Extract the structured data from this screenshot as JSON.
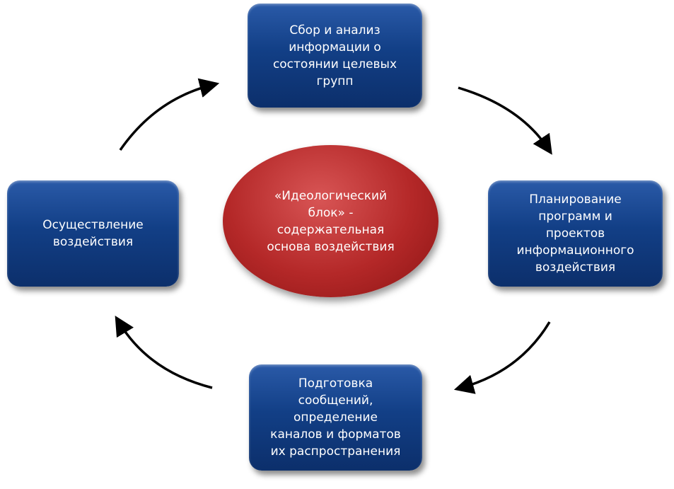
{
  "center": "«Идеологический\nблок» -\nсодержательная\nоснова воздействия",
  "steps": [
    "Сбор и анализ\nинформации  о\nсостоянии целевых\nгрупп",
    "Планирование\nпрограмм и\nпроектов\nинформационного\nвоздействия",
    "Подготовка\nсообщений,\nопределение\nканалов и форматов\nих распространения",
    "Осуществление\nвоздействия"
  ],
  "colors": {
    "box": "#123f86",
    "center": "#b42828",
    "arrow": "#000000"
  }
}
